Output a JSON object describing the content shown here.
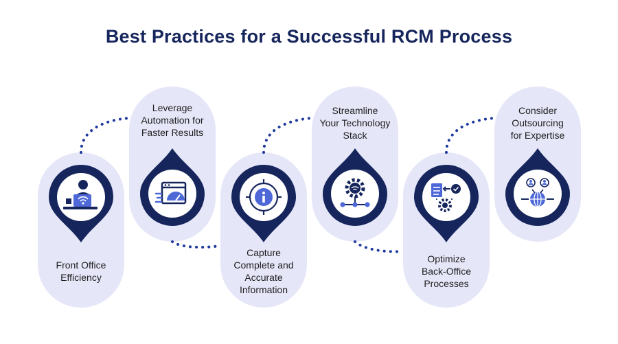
{
  "title": "Best Practices for a Successful RCM Process",
  "colors": {
    "navy": "#16265c",
    "pill": "#e6e6f9",
    "dots": "#1f3a9e",
    "badge_bg": "#ffffff"
  },
  "steps": [
    {
      "icon": "front-office-worker-icon",
      "lines": [
        "Front Office",
        "Efficiency"
      ]
    },
    {
      "icon": "automation-speedometer-icon",
      "lines": [
        "Leverage",
        "Automation for",
        "Faster Results"
      ]
    },
    {
      "icon": "info-target-icon",
      "lines": [
        "Capture",
        "Complete and",
        "Accurate",
        "Information"
      ]
    },
    {
      "icon": "network-gear-icon",
      "lines": [
        "Streamline",
        "Your Technology",
        "Stack"
      ]
    },
    {
      "icon": "document-gear-icon",
      "lines": [
        "Optimize",
        "Back-Office",
        "Processes"
      ]
    },
    {
      "icon": "outsourcing-globe-icon",
      "lines": [
        "Consider",
        "Outsourcing",
        "for Expertise"
      ]
    }
  ]
}
